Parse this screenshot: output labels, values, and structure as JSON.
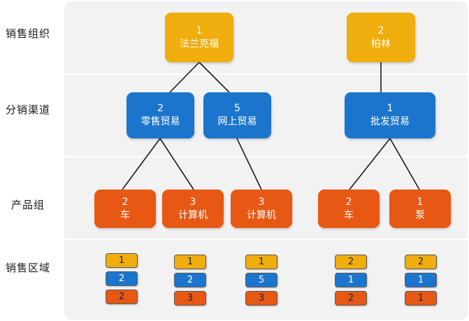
{
  "colors": {
    "org": "#efad0e",
    "channel": "#1c75cc",
    "product": "#e75815",
    "line": "#1a1a1a"
  },
  "rows": {
    "sales_org": "销售组织",
    "channel": "分销渠道",
    "product_group": "产品组",
    "sales_area": "销售区域"
  },
  "org": [
    {
      "code": "1",
      "name": "法兰克福"
    },
    {
      "code": "2",
      "name": "柏林"
    }
  ],
  "channel": [
    {
      "code": "2",
      "name": "零售贸易"
    },
    {
      "code": "5",
      "name": "网上贸易"
    },
    {
      "code": "1",
      "name": "批发贸易"
    }
  ],
  "product": [
    {
      "code": "2",
      "name": "车"
    },
    {
      "code": "3",
      "name": "计算机"
    },
    {
      "code": "3",
      "name": "计算机"
    },
    {
      "code": "2",
      "name": "车"
    },
    {
      "code": "1",
      "name": "泵"
    }
  ],
  "areas": [
    {
      "org": "1",
      "channel": "2",
      "division": "2"
    },
    {
      "org": "1",
      "channel": "2",
      "division": "3"
    },
    {
      "org": "1",
      "channel": "5",
      "division": "3"
    },
    {
      "org": "2",
      "channel": "1",
      "division": "2"
    },
    {
      "org": "2",
      "channel": "1",
      "division": "1"
    }
  ]
}
